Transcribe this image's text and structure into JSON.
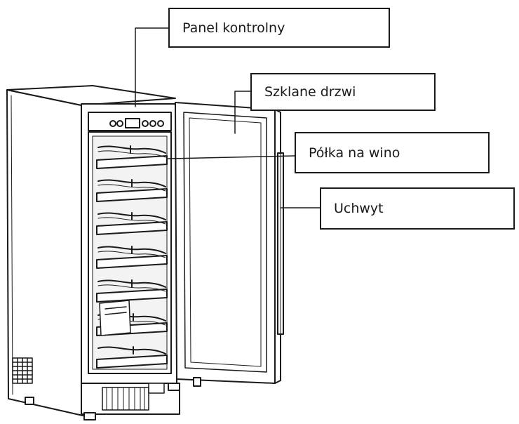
{
  "labels": {
    "control_panel": "Panel kontrolny",
    "glass_door": "Szklane drzwi",
    "wine_shelf": "Półka na wino",
    "handle": "Uchwyt"
  },
  "colors": {
    "line": "#1a1a1a",
    "background": "#ffffff",
    "interior_shade": "#e6e6e6"
  }
}
